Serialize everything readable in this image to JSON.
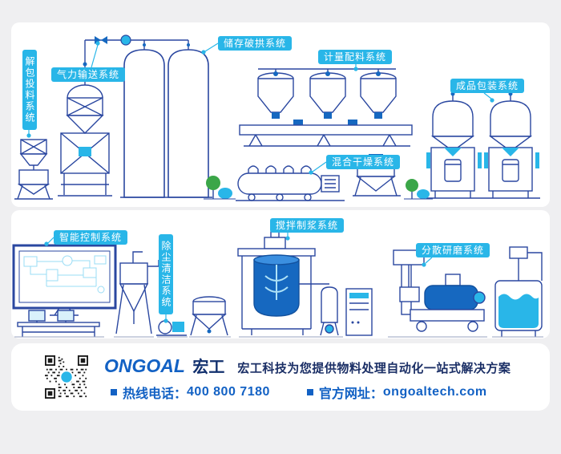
{
  "systems": {
    "unpacking": {
      "label": "解包投料系统"
    },
    "pneumatic": {
      "label": "气力输送系统"
    },
    "storage": {
      "label": "储存破拱系统"
    },
    "metering": {
      "label": "计量配料系统"
    },
    "packaging": {
      "label": "成品包装系统"
    },
    "mixing": {
      "label": "混合干燥系统"
    },
    "control": {
      "label": "智能控制系统"
    },
    "dust": {
      "label": "除尘清洁系统"
    },
    "stirring": {
      "label": "搅拌制浆系统"
    },
    "dispersing": {
      "label": "分散研磨系统"
    }
  },
  "footer": {
    "logo_en": "ONGOAL",
    "logo_cn": "宏工",
    "tagline": "宏工科技为您提供物料处理自动化一站式解决方案",
    "hotline_label": "热线电话：",
    "hotline_number": "400 800 7180",
    "website_label": "官方网址：",
    "website_url": "ongoaltech.com"
  },
  "icons": {
    "qr_code": "qr-pattern",
    "bullet": "■"
  },
  "colors": {
    "accent_cyan": "#29b6e8",
    "line_navy": "#2a47a0",
    "solid_blue": "#1668c0",
    "logo_blue": "#1261c4",
    "text_navy": "#1b2f66",
    "tree_green": "#3ba648",
    "background": "#efeff1",
    "panel": "#ffffff"
  }
}
